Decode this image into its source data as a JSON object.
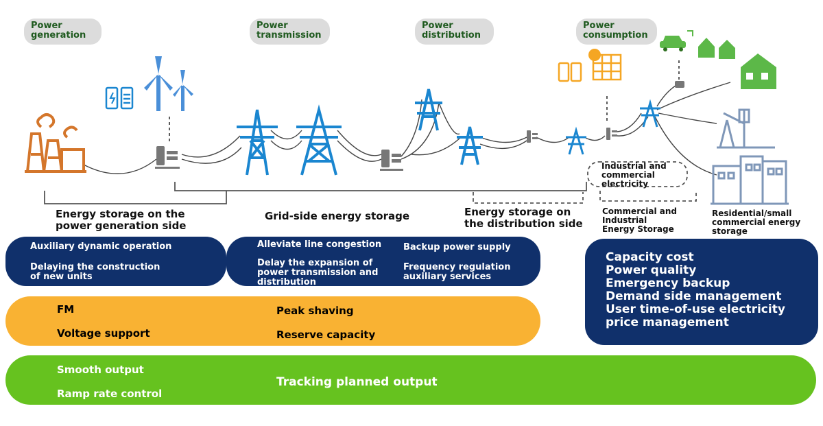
{
  "stages": [
    {
      "id": "generation",
      "lines": [
        "Power",
        "generation"
      ]
    },
    {
      "id": "transmission",
      "lines": [
        "Power",
        "transmission"
      ]
    },
    {
      "id": "distribution",
      "lines": [
        "Power",
        "distribution"
      ]
    },
    {
      "id": "consumption",
      "lines": [
        "Power",
        "consumption"
      ]
    }
  ],
  "sides": {
    "generation": [
      "Energy storage on the",
      "power generation side"
    ],
    "grid": [
      "Grid-side energy storage"
    ],
    "distribution": [
      "Energy storage on",
      "the distribution side"
    ],
    "industrial_electricity": [
      "Industrial and",
      "commercial",
      "electricity"
    ],
    "commercial_storage": [
      "Commercial and",
      "Industrial",
      "Energy Storage"
    ],
    "residential_storage": [
      "Residential/small",
      "commercial energy",
      "storage"
    ]
  },
  "panels": {
    "generation_navy": {
      "aux": "Auxiliary dynamic operation",
      "delay": [
        "Delaying the construction",
        "of new units"
      ]
    },
    "grid_navy": {
      "congestion": "Alleviate line congestion",
      "expansion": [
        "Delay the expansion of",
        "power transmission and",
        "distribution"
      ],
      "backup": "Backup power supply",
      "frequency": [
        "Frequency regulation",
        "auxiliary services"
      ]
    },
    "user_navy": [
      "Capacity cost",
      "Power quality",
      "Emergency backup",
      "Demand side management",
      "User time-of-use electricity",
      "price management"
    ],
    "orange": {
      "fm": "FM",
      "voltage": "Voltage support",
      "peak": "Peak shaving",
      "reserve": "Reserve capacity"
    },
    "green": {
      "smooth": "Smooth output",
      "ramp": "Ramp rate control",
      "tracking": "Tracking planned output"
    }
  },
  "colors": {
    "navy": "#10306b",
    "orange": "#f9b233",
    "green": "#66c21f",
    "pill": "#dcdcdc",
    "stage_text": "#1f5a1f",
    "tower_blue": "#1a86d0",
    "plant_orange": "#d4762b",
    "house_green": "#5cb848",
    "building_gray": "#7f97b8"
  },
  "icons": [
    "power-plant-icon",
    "battery-icon",
    "wind-turbine-icon",
    "storage-unit-icon",
    "transmission-tower-icon",
    "solar-panel-icon",
    "sun-icon",
    "electric-car-icon",
    "house-icon",
    "oil-pump-icon",
    "building-icon"
  ]
}
